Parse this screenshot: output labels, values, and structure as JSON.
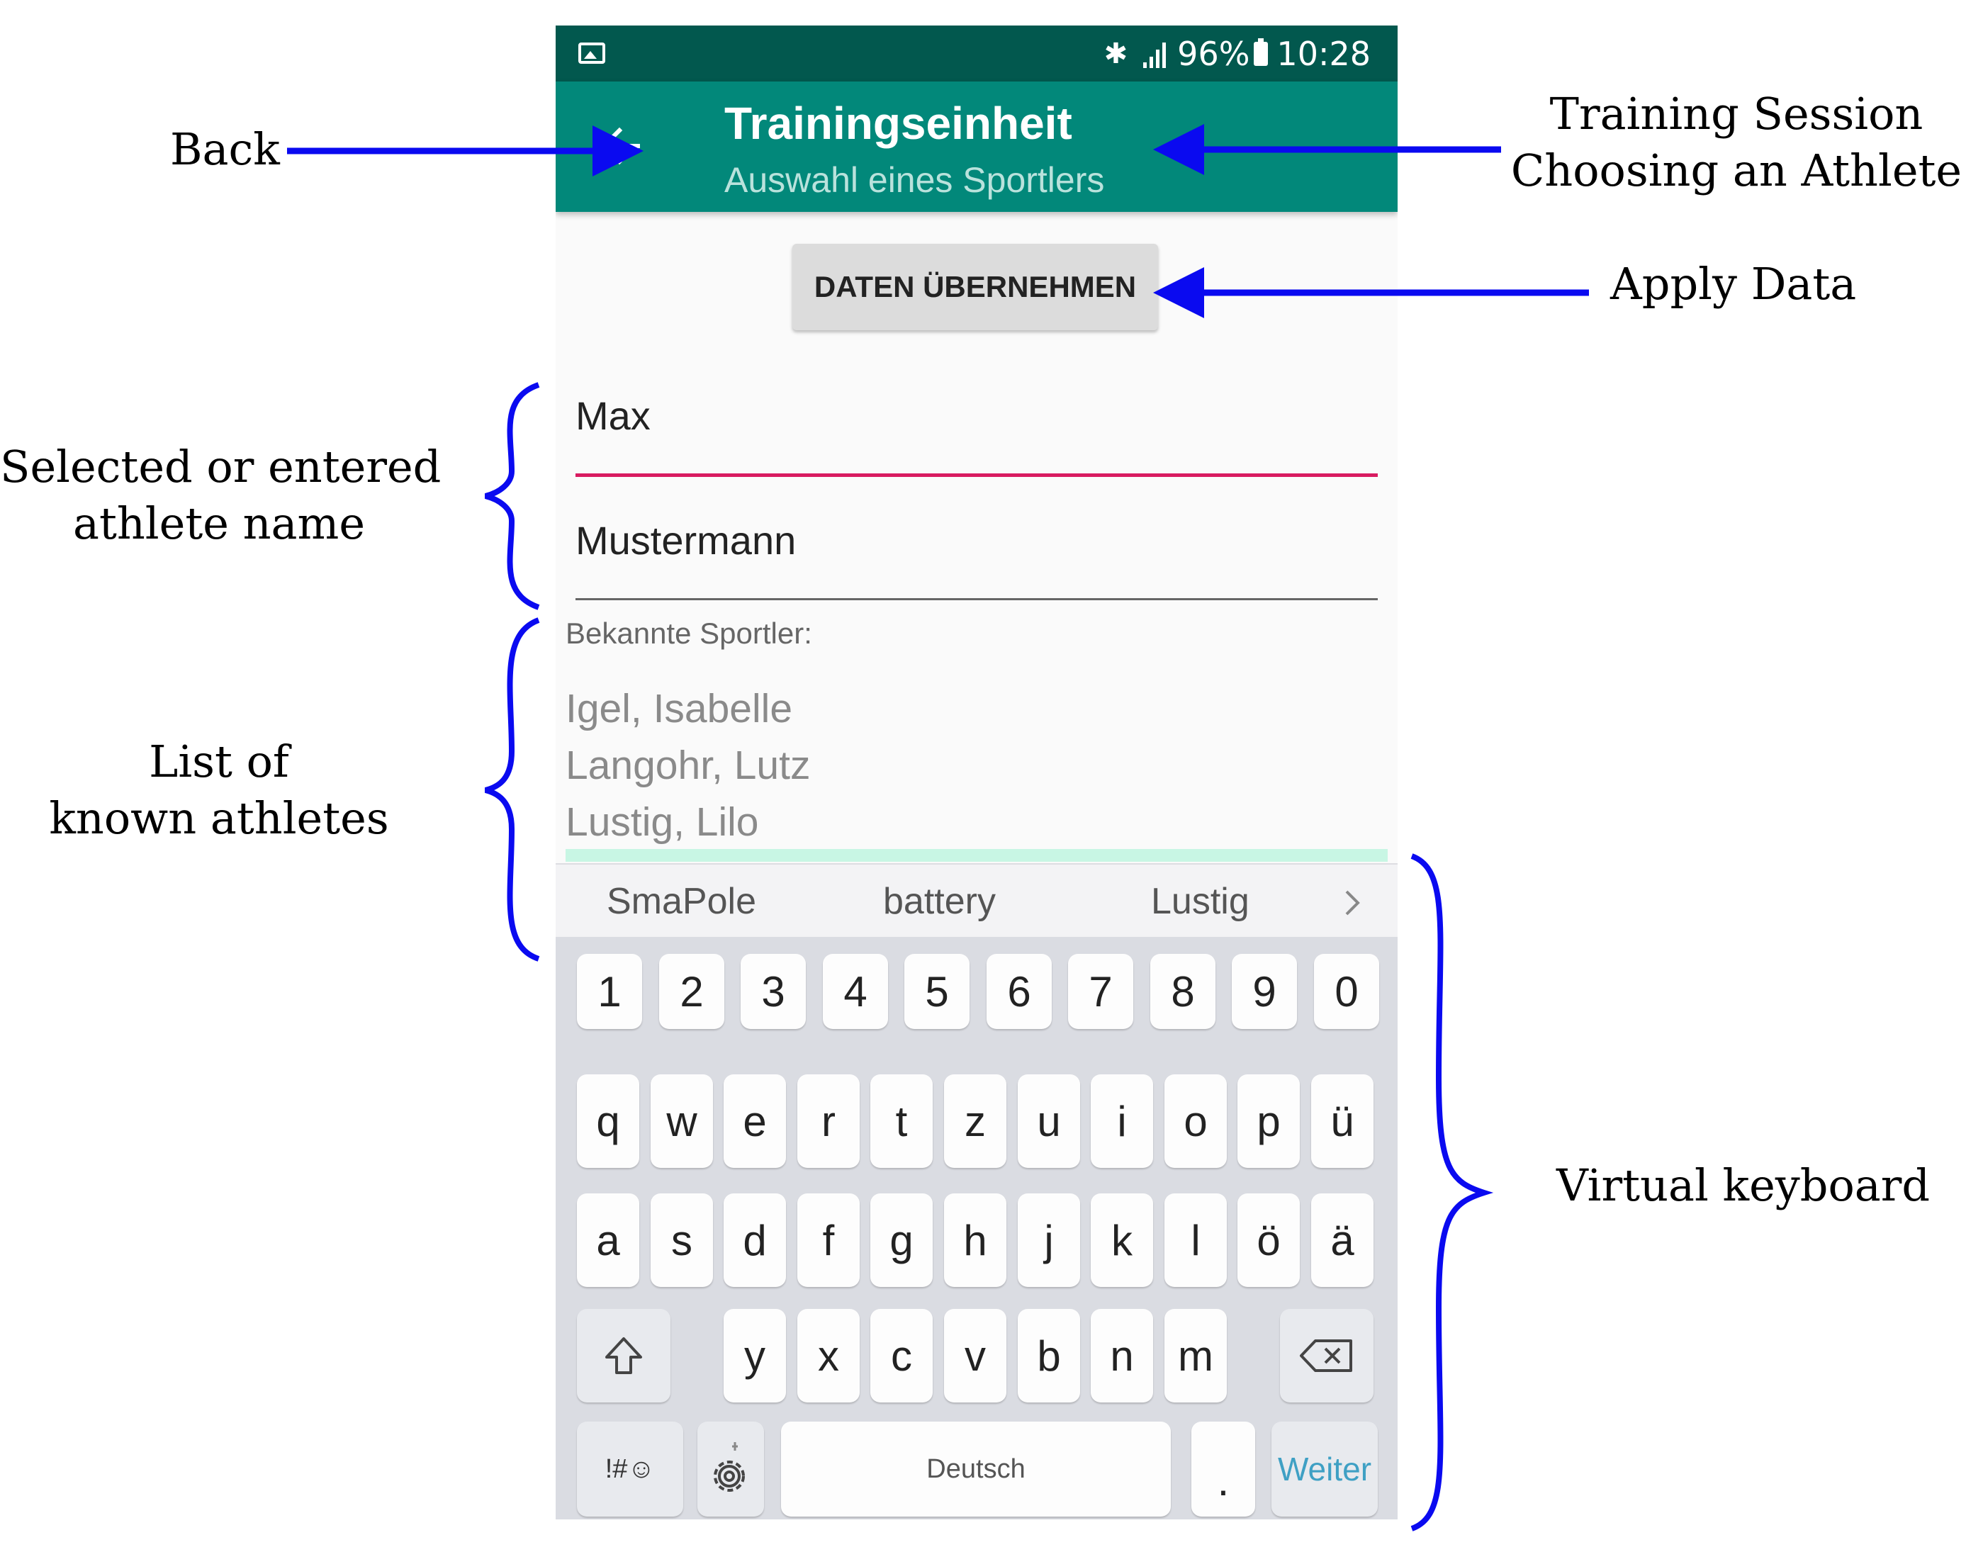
{
  "status_bar": {
    "battery_percent": "96%",
    "time": "10:28",
    "icons": [
      "photo-icon",
      "bluetooth-icon",
      "signal-icon",
      "battery-charging-icon"
    ]
  },
  "app_bar": {
    "title": "Trainingseinheit",
    "subtitle": "Auswahl eines Sportlers",
    "back_icon": "arrow-left-icon"
  },
  "apply_button": {
    "label": "DATEN ÜBERNEHMEN"
  },
  "form": {
    "first_name": {
      "value": "Max"
    },
    "last_name": {
      "value": "Mustermann"
    }
  },
  "known_athletes": {
    "label": "Bekannte Sportler:",
    "items": [
      "Igel, Isabelle",
      "Langohr, Lutz",
      "Lustig, Lilo"
    ]
  },
  "suggestions": [
    "SmaPole",
    "battery",
    "Lustig"
  ],
  "keyboard": {
    "row_numbers": [
      "1",
      "2",
      "3",
      "4",
      "5",
      "6",
      "7",
      "8",
      "9",
      "0"
    ],
    "row_1": [
      "q",
      "w",
      "e",
      "r",
      "t",
      "z",
      "u",
      "i",
      "o",
      "p",
      "ü"
    ],
    "row_2": [
      "a",
      "s",
      "d",
      "f",
      "g",
      "h",
      "j",
      "k",
      "l",
      "ö",
      "ä"
    ],
    "row_3": [
      "y",
      "x",
      "c",
      "v",
      "b",
      "n",
      "m"
    ],
    "symbols_key": "!#☺",
    "space_label": "Deutsch",
    "period_key": ".",
    "enter_label": "Weiter",
    "shift_icon": "shift-icon",
    "backspace_icon": "backspace-icon",
    "settings_icon": "gear-icon"
  },
  "annotations": {
    "back": "Back",
    "title_line1": "Training Session",
    "title_line2": "Choosing an Athlete",
    "apply": "Apply Data",
    "name_line1": "Selected or entered",
    "name_line2": "athlete name",
    "list_line1": "List of",
    "list_line2": "known athletes",
    "keyboard": "Virtual keyboard"
  },
  "colors": {
    "status_bar": "#02584e",
    "app_bar": "#02887a",
    "field_focus": "#d81b60",
    "annotation_blue": "#0a0af0"
  }
}
